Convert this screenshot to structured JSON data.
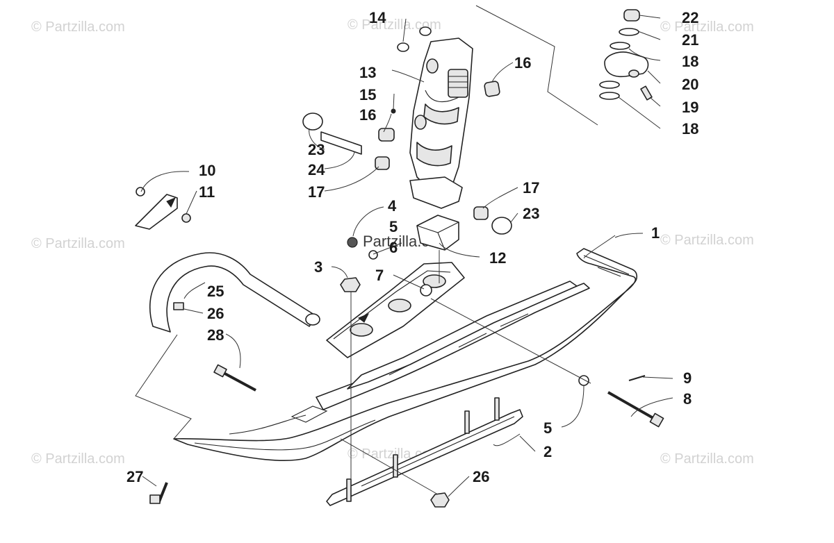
{
  "watermarks": {
    "top_left": "© Partzilla.com",
    "top_center": "© Partzilla.com",
    "top_right": "© Partzilla.com",
    "mid_left": "© Partzilla.com",
    "mid_center": "Partzilla.com",
    "mid_right": "© Partzilla.com",
    "bottom_left": "© Partzilla.com",
    "bottom_center": "© Partzilla.com",
    "bottom_right": "© Partzilla.com"
  },
  "callouts": {
    "c1": "1",
    "c2": "2",
    "c3": "3",
    "c4": "4",
    "c5a": "5",
    "c5b": "5",
    "c6": "6",
    "c7": "7",
    "c8": "8",
    "c9": "9",
    "c10": "10",
    "c11": "11",
    "c12": "12",
    "c13": "13",
    "c14": "14",
    "c15": "15",
    "c16a": "16",
    "c16b": "16",
    "c17a": "17",
    "c17b": "17",
    "c18a": "18",
    "c18b": "18",
    "c19": "19",
    "c20": "20",
    "c21": "21",
    "c22": "22",
    "c23a": "23",
    "c23b": "23",
    "c24": "24",
    "c25": "25",
    "c26a": "26",
    "c26b": "26",
    "c27": "27",
    "c28": "28"
  }
}
